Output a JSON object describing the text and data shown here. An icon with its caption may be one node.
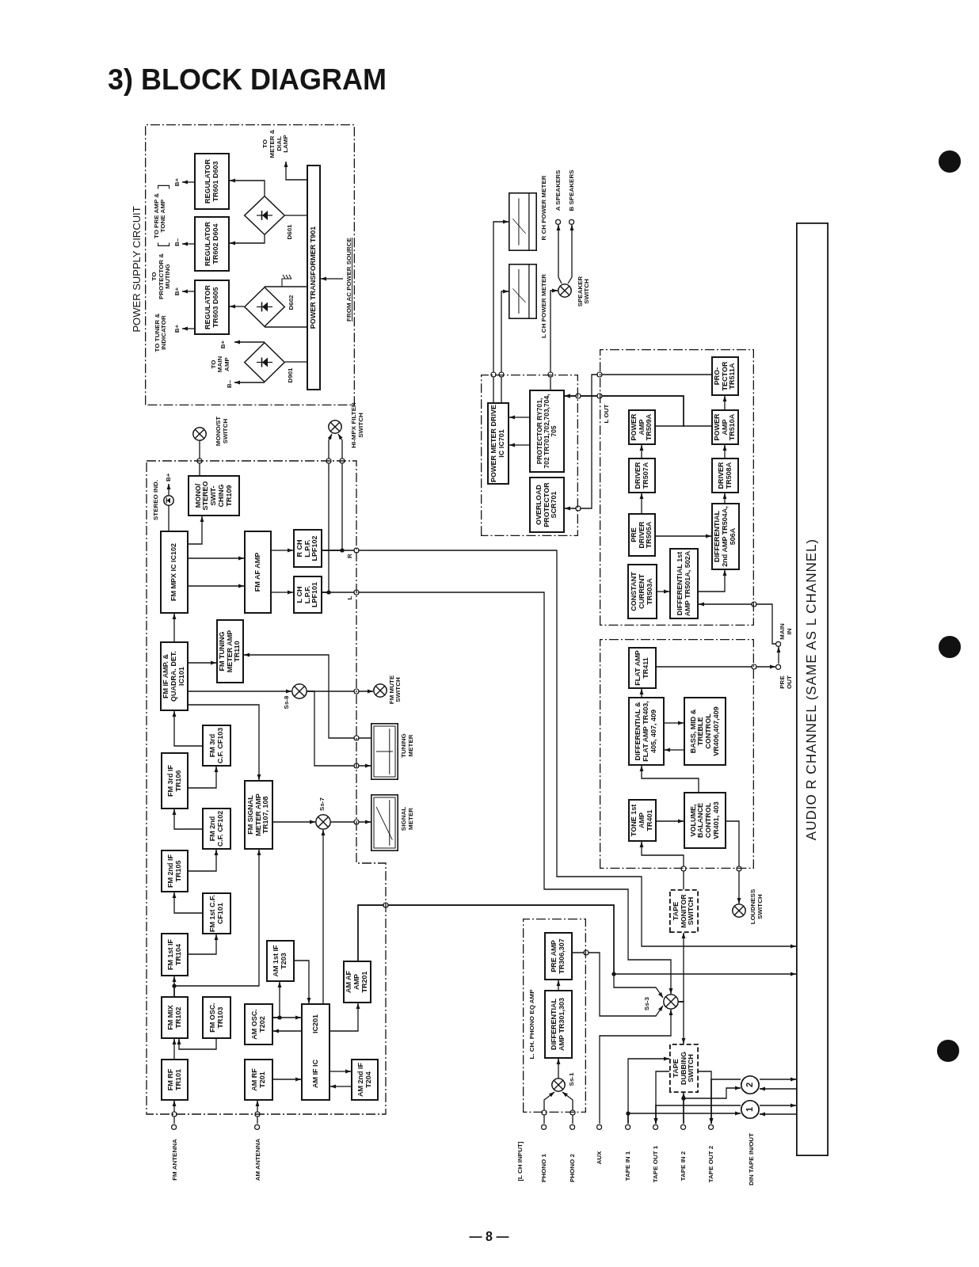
{
  "diagram": {
    "title": "3) BLOCK DIAGRAM",
    "nodes": [
      {
        "text": [
          "POWER SUPPLY CIRCUIT"
        ]
      },
      {
        "text": [
          "REGULATOR TR601 D603"
        ],
        "in": 0
      },
      {
        "text": [
          "REGULATOR TR602 D604"
        ],
        "in": 0
      },
      {
        "text": [
          "REGULATOR TR603 D605"
        ],
        "in": 0
      },
      {
        "text": [],
        "shape": "diamond",
        "beside": [
          "D601"
        ],
        "in": 0
      },
      {
        "text": [],
        "shape": "diamond",
        "beside": [
          "D602"
        ],
        "in": 0
      },
      {
        "text": [],
        "shape": "diamond",
        "beside": [
          "D901"
        ],
        "in": 0
      },
      {
        "text": [
          "POWER TRANSFORMER T901"
        ],
        "in": 0
      },
      {
        "text": [
          "FROM AC POWER SOURCE"
        ],
        "in": 0
      },
      {
        "text": [
          "TO METER & DIAL LAMP"
        ],
        "in": 0
      },
      {
        "text": [
          "TO PRE AMP & TONE AMP",
          "B+",
          "B–"
        ],
        "in": 0
      },
      {
        "text": [
          "TO PROTECTOR & MUTING",
          "B+"
        ],
        "in": 0
      },
      {
        "text": [
          "TO TUNER & INDICATOR",
          "B+"
        ],
        "in": 0
      },
      {
        "text": [
          "TO MAIN AMP",
          "B+",
          "B–"
        ],
        "in": 0
      },
      {
        "text": [],
        "shape": "box"
      },
      {
        "text": [],
        "shape": "circle",
        "beside": [
          "STEREO IND."
        ],
        "in": 14
      },
      {
        "text": [
          "FM MPX IC IC102"
        ],
        "in": 14
      },
      {
        "text": [
          "MONO/ STEREO SWIT- CHING TR109"
        ],
        "in": 14
      },
      {
        "text": [
          "FM AF AMP"
        ],
        "in": 14
      },
      {
        "text": [
          "R CH L.P.F. LPF102"
        ],
        "in": 14
      },
      {
        "text": [
          "L CH L.P.F. LPF101"
        ],
        "in": 14
      },
      {
        "text": [
          "FM IF AMP. & QUADRA. DET. IC101"
        ],
        "in": 14
      },
      {
        "text": [
          "FM TUNING METER AMP TR110"
        ],
        "in": 14
      },
      {
        "text": [],
        "shape": "circle",
        "beside": [
          "Ss-8"
        ],
        "in": 14
      },
      {
        "text": [
          "FM 3rd C.F. CF103"
        ],
        "in": 14
      },
      {
        "text": [
          "FM 3rd IF TR106"
        ],
        "in": 14
      },
      {
        "text": [
          "FM SIGNAL METER AMP TR107, 108"
        ],
        "in": 14
      },
      {
        "text": [],
        "shape": "circle",
        "beside": [
          "Ss-7"
        ],
        "in": 14
      },
      {
        "text": [
          "FM 2nd C.F. CF102"
        ],
        "in": 14
      },
      {
        "text": [
          "FM 2nd IF TR105"
        ],
        "in": 14
      },
      {
        "text": [
          "FM 1st C.F. CF101"
        ],
        "in": 14
      },
      {
        "text": [
          "FM 1st IF TR104"
        ],
        "in": 14
      },
      {
        "text": [
          "AM 1st IF T203"
        ],
        "in": 14
      },
      {
        "text": [
          "AM AF AMP TR201"
        ],
        "in": 14
      },
      {
        "text": [
          "FM MIX TR102"
        ],
        "in": 14
      },
      {
        "text": [
          "FM OSC. TR103"
        ],
        "in": 14
      },
      {
        "text": [
          "AM OSC. T202"
        ],
        "in": 14
      },
      {
        "text": [
          "AM IF IC",
          "IC201"
        ],
        "in": 14
      },
      {
        "text": [
          "FM RF TR101"
        ],
        "in": 14
      },
      {
        "text": [
          "AM RF T201"
        ],
        "in": 14
      },
      {
        "text": [
          "AM 2nd IF T204"
        ],
        "in": 14
      },
      {
        "text": [],
        "shape": "circle",
        "beside": [
          "MONO/ST SWITCH"
        ]
      },
      {
        "text": [],
        "shape": "circle",
        "beside": [
          "HI-MPX FILTER SWITCH"
        ]
      },
      {
        "text": [],
        "shape": "circle",
        "beside": [
          "FM MUTE SWITCH"
        ]
      },
      {
        "text": [],
        "shape": "box",
        "beside": [
          "TUNING METER"
        ]
      },
      {
        "text": [],
        "shape": "box",
        "beside": [
          "SIGNAL METER"
        ]
      },
      {
        "text": [
          "FM ANTENNA"
        ]
      },
      {
        "text": [
          "AM ANTENNA"
        ]
      },
      {
        "text": [],
        "shape": "box",
        "beside": [
          "R CH POWER METER"
        ]
      },
      {
        "text": [],
        "shape": "box",
        "beside": [
          "L CH POWER METER"
        ]
      },
      {
        "text": [
          "A SPEAKERS"
        ]
      },
      {
        "text": [
          "B SPEAKERS"
        ]
      },
      {
        "text": [],
        "shape": "circle",
        "beside": [
          "SPEAKER SWITCH"
        ]
      },
      {
        "text": [],
        "shape": "box"
      },
      {
        "text": [
          "POWER METER DRIVE IC IC701"
        ],
        "in": 53
      },
      {
        "text": [
          "PROTECTOR RY701, 702 TR701,702,703,704, 705"
        ],
        "in": 53
      },
      {
        "text": [
          "OVERLOAD PROTECTOR SCR701"
        ],
        "in": 53
      },
      {
        "text": [],
        "shape": "box"
      },
      {
        "text": [
          "PRO- TECTOR TR511A"
        ],
        "in": 57
      },
      {
        "text": [
          "POWER AMP TR509A"
        ],
        "in": 57
      },
      {
        "text": [
          "POWER AMP TR510A"
        ],
        "in": 57
      },
      {
        "text": [
          "DRIVER TR507A"
        ],
        "in": 57
      },
      {
        "text": [
          "DRIVER TR508A"
        ],
        "in": 57
      },
      {
        "text": [
          "PRE DRIVER TR505A"
        ],
        "in": 57
      },
      {
        "text": [
          "DIFFERENTIAL 2nd AMP TR504A, 506A"
        ],
        "in": 57
      },
      {
        "text": [
          "CONSTANT CURRENT TR503A"
        ],
        "in": 57
      },
      {
        "text": [
          "DIFFERENTIAL 1st AMP TR501A, 502A"
        ],
        "in": 57
      },
      {
        "text": [
          "PRE OUT"
        ]
      },
      {
        "text": [
          "MAIN IN"
        ]
      },
      {
        "text": [],
        "shape": "box"
      },
      {
        "text": [
          "FLAT AMP TR411"
        ],
        "in": 69
      },
      {
        "text": [
          "DIFFERENTIAL & FLAT AMP TR403, 405, 407, 409"
        ],
        "in": 69
      },
      {
        "text": [
          "BASS, MID & TREBLE CONTROL VR406,407,409"
        ],
        "in": 69
      },
      {
        "text": [
          "TONE 1st AMP TR401"
        ],
        "in": 69
      },
      {
        "text": [
          "VOLUME, BALANCE CONTROL VR401, 403"
        ],
        "in": 69
      },
      {
        "text": [],
        "shape": "circle",
        "beside": [
          "LOUDNESS SWITCH"
        ]
      },
      {
        "text": [
          "TAPE MONITOR SWITCH"
        ]
      },
      {
        "text": [
          "L. CH. PHONO EQ AMP"
        ]
      },
      {
        "text": [
          "PRE AMP TR306,307"
        ],
        "in": 77
      },
      {
        "text": [
          "DIFFERENTIAL AMP TR301,303"
        ],
        "in": 77
      },
      {
        "text": [],
        "shape": "circle",
        "beside": [
          "Ss-1"
        ],
        "in": 77
      },
      {
        "text": [],
        "shape": "circle",
        "beside": [
          "Ss-3"
        ]
      },
      {
        "text": [
          "TAPE DUBBING SWITCH"
        ]
      },
      {
        "text": [
          "2"
        ]
      },
      {
        "text": [
          "1"
        ]
      },
      {
        "text": [
          "PHONO 1"
        ]
      },
      {
        "text": [
          "PHONO 2"
        ]
      },
      {
        "text": [
          "AUX"
        ]
      },
      {
        "text": [
          "TAPE IN 1"
        ]
      },
      {
        "text": [
          "TAPE OUT 1"
        ]
      },
      {
        "text": [
          "TAPE IN 2"
        ]
      },
      {
        "text": [
          "TAPE OUT 2"
        ]
      },
      {
        "text": [
          "AUDIO R CHANNEL (SAME AS L CHANNEL)"
        ]
      },
      {
        "text": [
          "B+"
        ],
        "in": 14
      }
    ],
    "edges": [
      {
        "from": 7,
        "to": 4,
        "arrow": "none"
      },
      {
        "from": 4,
        "to": 1,
        "arrow": "to"
      },
      {
        "from": 4,
        "to": 2,
        "arrow": "to"
      },
      {
        "from": 1,
        "to": 10,
        "arrow": "to"
      },
      {
        "from": 2,
        "to": 10,
        "arrow": "to"
      },
      {
        "from": 7,
        "to": 5,
        "arrow": "none"
      },
      {
        "from": 7,
        "to": 5,
        "arrow": "none"
      },
      {
        "from": 5,
        "to": 3,
        "arrow": "to"
      },
      {
        "from": 3,
        "to": 11,
        "arrow": "to"
      },
      {
        "from": 3,
        "to": 12,
        "arrow": "to"
      },
      {
        "from": 7,
        "to": 6,
        "arrow": "none"
      },
      {
        "from": 6,
        "to": 13,
        "arrow": "to"
      },
      {
        "from": 6,
        "to": 13,
        "arrow": "to"
      },
      {
        "from": 7,
        "to": 9,
        "arrow": "to"
      },
      {
        "from": 8,
        "to": 7,
        "arrow": "to"
      },
      {
        "from": 16,
        "to": 15,
        "arrow": "none"
      },
      {
        "from": 15,
        "to": 93,
        "arrow": "to"
      },
      {
        "from": 16,
        "to": 17,
        "arrow": "to"
      },
      {
        "from": 17,
        "to": 41,
        "arrow": "none"
      },
      {
        "from": 16,
        "to": 18,
        "arrow": "to"
      },
      {
        "from": 16,
        "to": 18,
        "arrow": "to"
      },
      {
        "from": 18,
        "to": 19,
        "arrow": "to"
      },
      {
        "from": 18,
        "to": 20,
        "arrow": "to"
      },
      {
        "from": 19,
        "to": 42,
        "arrow": "to"
      },
      {
        "from": 20,
        "to": 42,
        "arrow": "to"
      },
      {
        "from": 21,
        "to": 16,
        "arrow": "to"
      },
      {
        "from": 21,
        "to": 22,
        "arrow": "to"
      },
      {
        "from": 21,
        "to": 23,
        "arrow": "to"
      },
      {
        "from": 21,
        "to": 26,
        "arrow": "to"
      },
      {
        "from": 23,
        "to": 43,
        "arrow": "to"
      },
      {
        "from": 23,
        "to": 44,
        "arrow": "to"
      },
      {
        "from": 44,
        "to": 22,
        "arrow": "to"
      },
      {
        "from": 26,
        "to": 27,
        "arrow": "to"
      },
      {
        "from": 27,
        "to": 45,
        "arrow": "to"
      },
      {
        "from": 37,
        "to": 27,
        "arrow": "to"
      },
      {
        "from": 24,
        "to": 21,
        "arrow": "to"
      },
      {
        "from": 25,
        "to": 24,
        "arrow": "to"
      },
      {
        "from": 28,
        "to": 25,
        "arrow": "to"
      },
      {
        "from": 29,
        "to": 28,
        "arrow": "to"
      },
      {
        "from": 30,
        "to": 29,
        "arrow": "to"
      },
      {
        "from": 31,
        "to": 30,
        "arrow": "to"
      },
      {
        "from": 34,
        "to": 31,
        "arrow": "to"
      },
      {
        "from": 34,
        "to": 26,
        "arrow": "to"
      },
      {
        "from": 38,
        "to": 34,
        "arrow": "to"
      },
      {
        "from": 35,
        "to": 34,
        "arrow": "to"
      },
      {
        "from": 46,
        "to": 38,
        "arrow": "to"
      },
      {
        "from": 47,
        "to": 39,
        "arrow": "to"
      },
      {
        "from": 39,
        "to": 37,
        "arrow": "to"
      },
      {
        "from": 36,
        "to": 32,
        "arrow": "to"
      },
      {
        "from": 36,
        "to": 37,
        "arrow": "to"
      },
      {
        "from": 37,
        "to": 36,
        "arrow": "to"
      },
      {
        "from": 32,
        "to": 37,
        "arrow": "to"
      },
      {
        "from": 37,
        "to": 40,
        "arrow": "to"
      },
      {
        "from": 40,
        "to": 37,
        "arrow": "to"
      },
      {
        "from": 37,
        "to": 33,
        "arrow": "to"
      },
      {
        "from": 33,
        "to": 81,
        "arrow": "to"
      },
      {
        "from": 33,
        "to": 92,
        "arrow": "to"
      },
      {
        "from": 19,
        "to": 92,
        "arrow": "to"
      },
      {
        "from": 20,
        "to": 81,
        "arrow": "to"
      },
      {
        "from": 78,
        "to": 81,
        "arrow": "to"
      },
      {
        "from": 87,
        "to": 81,
        "arrow": "to"
      },
      {
        "from": 81,
        "to": 76,
        "arrow": "to"
      },
      {
        "from": 81,
        "to": 82,
        "arrow": "to"
      },
      {
        "from": 76,
        "to": 73,
        "arrow": "to"
      },
      {
        "from": 73,
        "to": 74,
        "arrow": "to"
      },
      {
        "from": 74,
        "to": 71,
        "arrow": "to"
      },
      {
        "from": 71,
        "to": 72,
        "arrow": "to"
      },
      {
        "from": 72,
        "to": 71,
        "arrow": "to"
      },
      {
        "from": 71,
        "to": 70,
        "arrow": "to"
      },
      {
        "from": 70,
        "to": 67,
        "arrow": "to"
      },
      {
        "from": 67,
        "to": 68,
        "arrow": "to"
      },
      {
        "from": 68,
        "to": 66,
        "arrow": "to"
      },
      {
        "from": 65,
        "to": 66,
        "arrow": "to"
      },
      {
        "from": 66,
        "to": 64,
        "arrow": "to"
      },
      {
        "from": 63,
        "to": 64,
        "arrow": "to"
      },
      {
        "from": 63,
        "to": 61,
        "arrow": "to"
      },
      {
        "from": 61,
        "to": 59,
        "arrow": "to"
      },
      {
        "from": 64,
        "to": 62,
        "arrow": "to"
      },
      {
        "from": 62,
        "to": 60,
        "arrow": "to"
      },
      {
        "from": 60,
        "to": 58,
        "arrow": "to"
      },
      {
        "from": 59,
        "to": 55,
        "arrow": "to"
      },
      {
        "from": 60,
        "to": 55,
        "arrow": "to"
      },
      {
        "from": 58,
        "to": 56,
        "arrow": "to"
      },
      {
        "from": 55,
        "to": 54,
        "arrow": "to"
      },
      {
        "from": 55,
        "to": 54,
        "arrow": "to"
      },
      {
        "from": 54,
        "to": 48,
        "arrow": "to"
      },
      {
        "from": 54,
        "to": 49,
        "arrow": "to"
      },
      {
        "from": 55,
        "to": 52,
        "arrow": "to"
      },
      {
        "from": 52,
        "to": 50,
        "arrow": "to"
      },
      {
        "from": 52,
        "to": 51,
        "arrow": "to"
      },
      {
        "from": 74,
        "to": 75,
        "arrow": "to"
      },
      {
        "from": 80,
        "to": 79,
        "arrow": "to"
      },
      {
        "from": 79,
        "to": 78,
        "arrow": "to"
      },
      {
        "from": 85,
        "to": 80,
        "arrow": "to"
      },
      {
        "from": 86,
        "to": 80,
        "arrow": "to"
      },
      {
        "from": 88,
        "to": 82,
        "arrow": "to"
      },
      {
        "from": 88,
        "to": 84,
        "arrow": "to"
      },
      {
        "from": 82,
        "to": 89,
        "arrow": "to"
      },
      {
        "from": 82,
        "to": 91,
        "arrow": "to"
      },
      {
        "from": 90,
        "to": 82,
        "arrow": "to"
      },
      {
        "from": 90,
        "to": 83,
        "arrow": "to"
      },
      {
        "from": 83,
        "to": 92,
        "arrow": "to"
      },
      {
        "from": 84,
        "to": 92,
        "arrow": "to"
      },
      {
        "from": 92,
        "to": 83,
        "arrow": "to"
      },
      {
        "from": 92,
        "to": 84,
        "arrow": "to"
      },
      {
        "from": 83,
        "to": 91,
        "arrow": "to"
      },
      {
        "from": 84,
        "to": 89,
        "arrow": "to"
      }
    ],
    "labels": [
      "R",
      "L",
      "L OUT",
      "[L CH INPUT]",
      "DIN TAPE IN/OUT",
      "— 8 —"
    ]
  }
}
